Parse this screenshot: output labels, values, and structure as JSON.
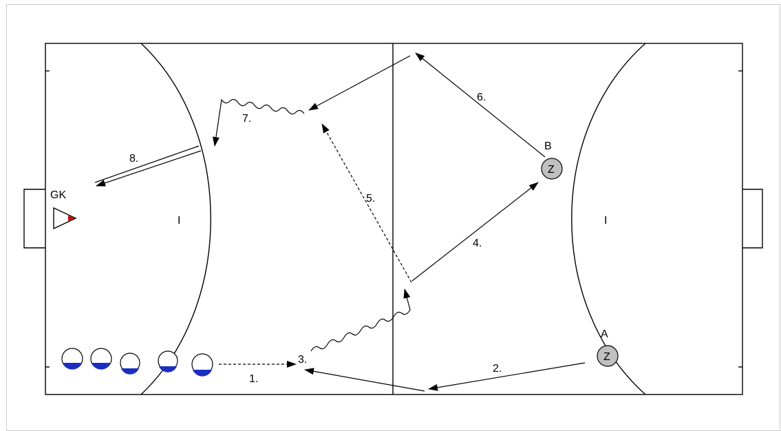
{
  "diagram": {
    "labels": {
      "goalkeeper": "GK",
      "player_a": "A",
      "player_b": "B",
      "left_zone_mark": "I",
      "right_zone_mark": "I",
      "cone_letter": "Z"
    },
    "steps": [
      "1.",
      "2.",
      "3.",
      "4.",
      "5.",
      "6.",
      "7.",
      "8."
    ],
    "colors": {
      "line": "#000000",
      "frame_border": "#c8c8c8",
      "player_fill": "#c0c0c0",
      "ball_fill": "#1a2fc0",
      "gk_marker": "#cc0000"
    }
  }
}
